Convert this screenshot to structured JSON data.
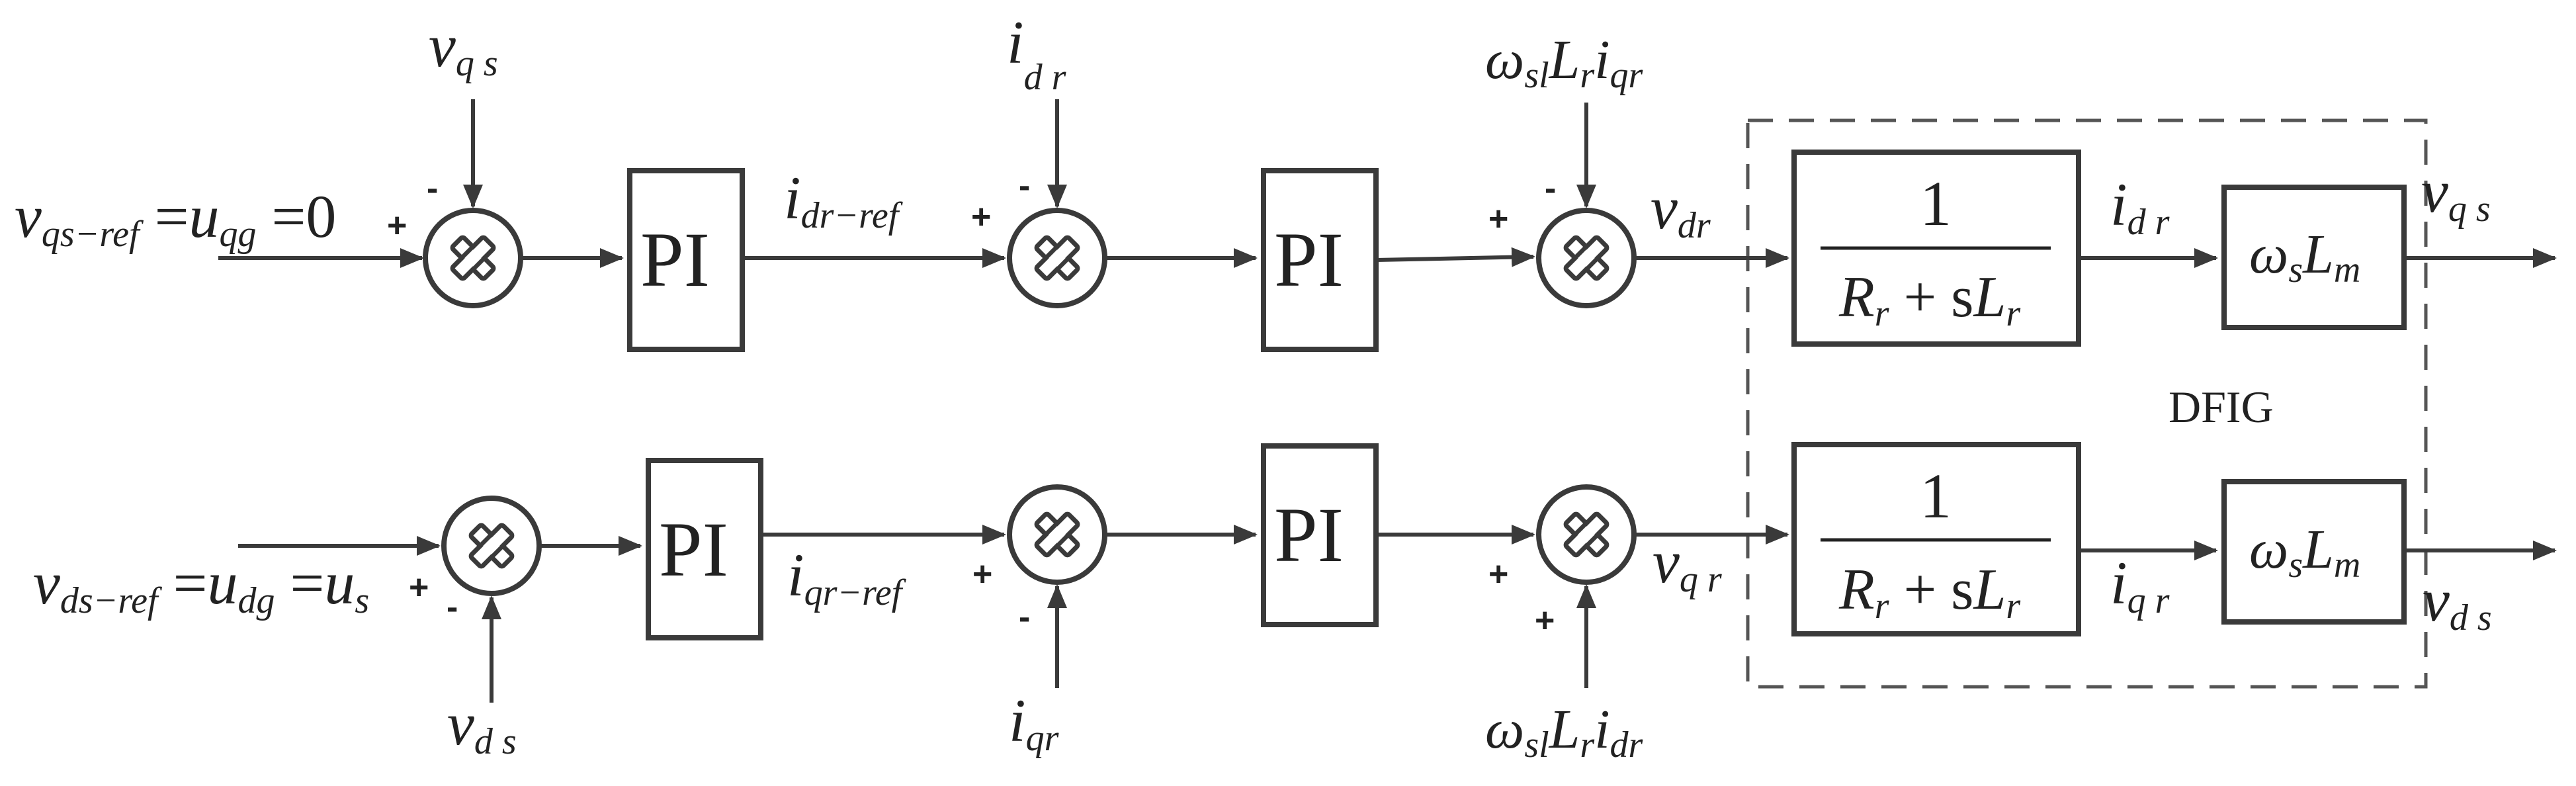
{
  "colors": {
    "line": "#3a3a3a",
    "text": "#222222",
    "background": "#ffffff"
  },
  "diagram": {
    "dfig_label": "DFIG",
    "pi_label": "PI",
    "sum_icon": "multiply-circle-icon",
    "signs": {
      "plus": "+",
      "minus": "-"
    },
    "top": {
      "ref_input": {
        "a": "v",
        "a_sub": "qs−ref",
        "eq1": " =",
        "b": "u",
        "b_sub": "qg",
        "eq2": " =",
        "c": "0"
      },
      "feedback1": {
        "v": "v",
        "sub": "q s"
      },
      "pi1_out": {
        "v": "i",
        "sub": "dr−ref"
      },
      "feedback2": {
        "v": "i",
        "sub": "d r"
      },
      "coupling": {
        "w": "ω",
        "w_sub": "sl",
        "L": "L",
        "L_sub": "r",
        "i": "i",
        "i_sub": "qr"
      },
      "sum3_out": {
        "v": "v",
        "sub": "dr"
      },
      "tf": {
        "num": "1",
        "R": "R",
        "R_sub": "r",
        "plus": " + s",
        "L": "L",
        "L_sub": "r"
      },
      "tf_out": {
        "v": "i",
        "sub": "d r"
      },
      "gain": {
        "w": "ω",
        "w_sub": "s",
        "L": "L",
        "L_sub": "m"
      },
      "output": {
        "v": "v",
        "sub": "q s"
      }
    },
    "bottom": {
      "ref_input": {
        "a": "v",
        "a_sub": "ds−ref",
        "eq1": " =",
        "b": "u",
        "b_sub": "dg",
        "eq2": " =",
        "c": "u",
        "c_sub": "s"
      },
      "feedback1": {
        "v": "v",
        "sub": "d s"
      },
      "pi1_out": {
        "v": "i",
        "sub": "qr−ref"
      },
      "feedback2": {
        "v": "i",
        "sub": "qr"
      },
      "coupling": {
        "w": "ω",
        "w_sub": "sl",
        "L": "L",
        "L_sub": "r",
        "i": "i",
        "i_sub": "dr"
      },
      "sum3_out": {
        "v": "v",
        "sub": "q r"
      },
      "tf": {
        "num": "1",
        "R": "R",
        "R_sub": "r",
        "plus": " + s",
        "L": "L",
        "L_sub": "r"
      },
      "tf_out": {
        "v": "i",
        "sub": "q r"
      },
      "gain": {
        "w": "ω",
        "w_sub": "s",
        "L": "L",
        "L_sub": "m"
      },
      "output": {
        "v": "v",
        "sub": "d s"
      }
    }
  }
}
